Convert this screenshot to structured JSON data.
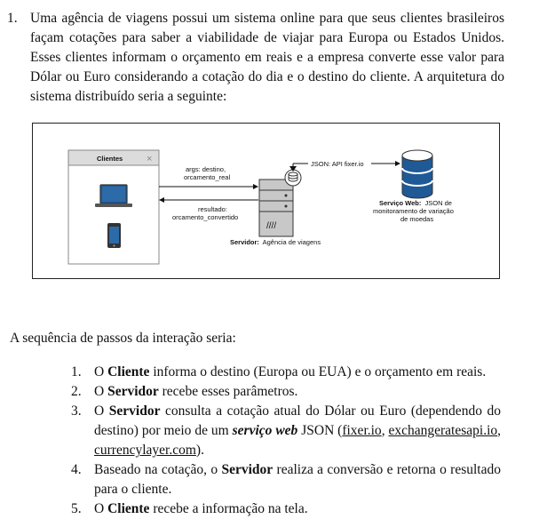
{
  "question": {
    "number": "1.",
    "text": "Uma agência de viagens possui um sistema online para que seus clientes brasileiros façam cotações para saber a viabilidade de viajar para Europa ou Estados Unidos. Esses clientes informam o orçamento em reais e a empresa converte esse valor para Dólar ou Euro considerando a cotação do dia e o destino do cliente. A arquitetura do sistema distribuído seria a seguinte:"
  },
  "diagram": {
    "clients_title": "Clientes",
    "clients_close": "×",
    "args_label_1": "args: destino,",
    "args_label_2": "orcamento_real",
    "result_label_1": "resultado:",
    "result_label_2": "orcamento_convertido",
    "server_bold": "Servidor:",
    "server_rest": "Agência de viagens",
    "json_label": "JSON: API fixer.io",
    "ws_bold": "Serviço Web:",
    "ws_line1_rest": "JSON de",
    "ws_line2": "monitoramento de variação",
    "ws_line3": "de moedas",
    "server_slash": "////"
  },
  "intro": "A sequência de passos da interação seria:",
  "steps": [
    {
      "n": "1.",
      "a": "O ",
      "b": "Cliente",
      "c": " informa o destino (Europa ou EUA) e o orçamento em reais."
    },
    {
      "n": "2.",
      "a": "O ",
      "b": "Servidor",
      "c": " recebe esses parâmetros."
    },
    {
      "n": "3.",
      "a": "O ",
      "b": "Servidor",
      "c": " consulta a cotação atual do Dólar ou Euro (dependendo do destino) por meio de um ",
      "d": "serviço web",
      "e": " JSON (",
      "l1": "fixer.io",
      "f": ", ",
      "l2": "exchangeratesapi.io",
      "g": ", ",
      "l3": "currencylayer.com",
      "h": ")."
    },
    {
      "n": "4.",
      "a": "Baseado na cotação, o ",
      "b": "Servidor",
      "c": " realiza a conversão e retorna o resultado para o cliente."
    },
    {
      "n": "5.",
      "a": "O ",
      "b": "Cliente",
      "c": " recebe a informação na tela."
    }
  ],
  "colors": {
    "accent_blue": "#1f5a96",
    "panel_gray": "#d9d9d9",
    "border": "#222222"
  }
}
